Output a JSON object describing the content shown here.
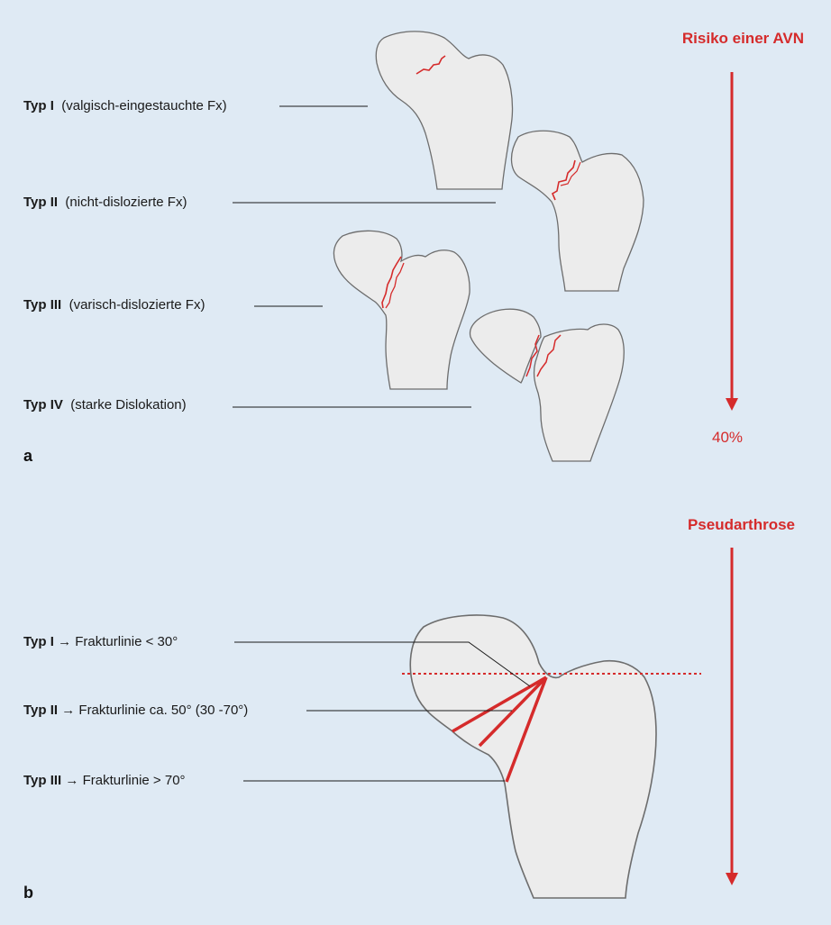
{
  "panel_a": {
    "letter": "a",
    "risk_title": "Risiko einer AVN",
    "risk_value": "40%",
    "types": [
      {
        "name": "Typ I",
        "desc": "(valgisch-eingestauchte Fx)"
      },
      {
        "name": "Typ II",
        "desc": "(nicht-dislozierte Fx)"
      },
      {
        "name": "Typ III",
        "desc": "(varisch-dislozierte Fx)"
      },
      {
        "name": "Typ IV",
        "desc": "(starke Dislokation)"
      }
    ]
  },
  "panel_b": {
    "letter": "b",
    "risk_title": "Pseudarthrose",
    "types": [
      {
        "name": "Typ I",
        "desc": "→ Frakturlinie < 30°"
      },
      {
        "name": "Typ II",
        "desc": "→ Frakturlinie ca. 50° (30 -70°)"
      },
      {
        "name": "Typ III",
        "desc": "→ Frakturlinie > 70°"
      }
    ]
  },
  "colors": {
    "background": "#dfeaf4",
    "bone_fill": "#ececec",
    "bone_outline": "#6d6d6d",
    "fracture_red": "#d52b2b"
  }
}
